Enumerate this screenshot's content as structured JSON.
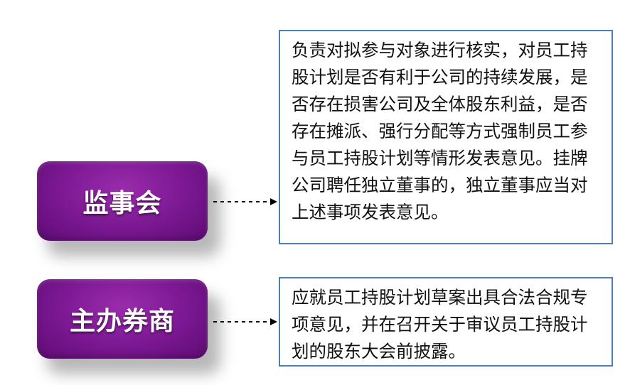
{
  "rows": [
    {
      "role": "监事会",
      "description": "负责对拟参与对象进行核实，对员工持股计划是否有利于公司的持续发展，是否存在损害公司及全体股东利益，是否存在摊派、强行分配等方式强制员工参与员工持股计划等情形发表意见。挂牌公司聘任独立董事的，独立董事应当对上述事项发表意见。"
    },
    {
      "role": "主办券商",
      "description": "应就员工持股计划草案出具合法合规专项意见，并在召开关于审议员工持股计划的股东大会前披露。"
    }
  ],
  "colors": {
    "role_fill": "#7a1791",
    "box_border": "#4a7fb5"
  }
}
